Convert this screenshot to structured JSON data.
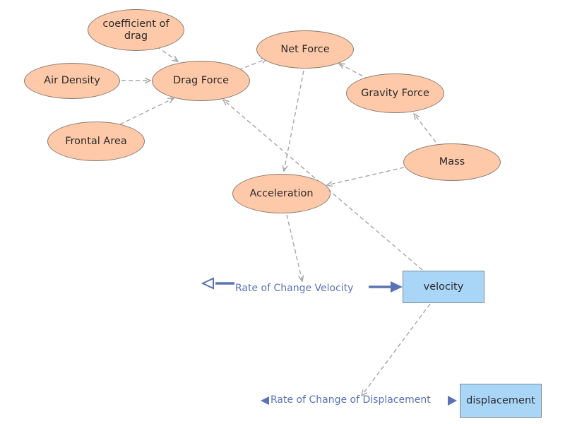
{
  "colors": {
    "variable_fill": "#FDC9A8",
    "stock_fill": "#A9D5F7",
    "flow_color": "#5B73B5",
    "link_color": "#A5A5A5"
  },
  "variables": {
    "coefficient_of_drag": "coefficient of\ndrag",
    "air_density": "Air Density",
    "drag_force": "Drag Force",
    "frontal_area": "Frontal Area",
    "net_force": "Net Force",
    "gravity_force": "Gravity Force",
    "mass": "Mass",
    "acceleration": "Acceleration"
  },
  "stocks": {
    "velocity": "velocity",
    "displacement": "displacement"
  },
  "flows": {
    "rate_of_change_velocity": "Rate of Change Velocity",
    "rate_of_change_displacement": "Rate of Change of Displacement"
  }
}
